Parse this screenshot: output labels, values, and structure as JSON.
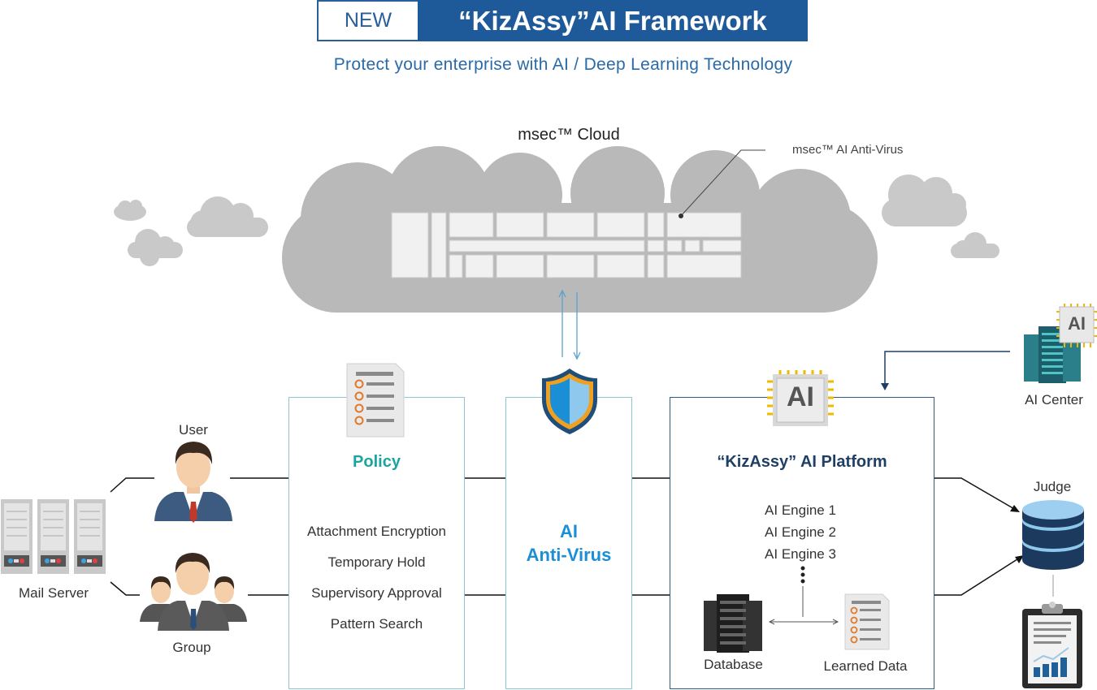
{
  "header": {
    "badge": "NEW",
    "title": "“KizAssy”AI Framework",
    "subtitle": "Protect your enterprise with AI / Deep Learning Technology"
  },
  "cloud": {
    "label": "msec™ Cloud",
    "callout": "msec™ AI Anti-Virus"
  },
  "left": {
    "user_label": "User",
    "group_label": "Group",
    "mail_server_label": "Mail Server"
  },
  "policy": {
    "title": "Policy",
    "items": [
      "Attachment Encryption",
      "Temporary Hold",
      "Supervisory Approval",
      "Pattern Search"
    ]
  },
  "antivirus": {
    "title_line1": "AI",
    "title_line2": "Anti-Virus"
  },
  "platform": {
    "chip_label": "AI",
    "title": "“KizAssy” AI Platform",
    "engines": [
      "AI Engine 1",
      "AI Engine 2",
      "AI Engine 3"
    ],
    "database_label": "Database",
    "learned_label": "Learned Data"
  },
  "right": {
    "ai_center_label": "AI Center",
    "ai_center_badge": "AI",
    "judge_label": "Judge"
  },
  "colors": {
    "brand_blue": "#1e5a9a",
    "policy_teal": "#1aa5a0",
    "antivirus_blue": "#1a8fd6",
    "platform_navy": "#1e3f66",
    "cloud_gray": "#b9b9b9"
  }
}
